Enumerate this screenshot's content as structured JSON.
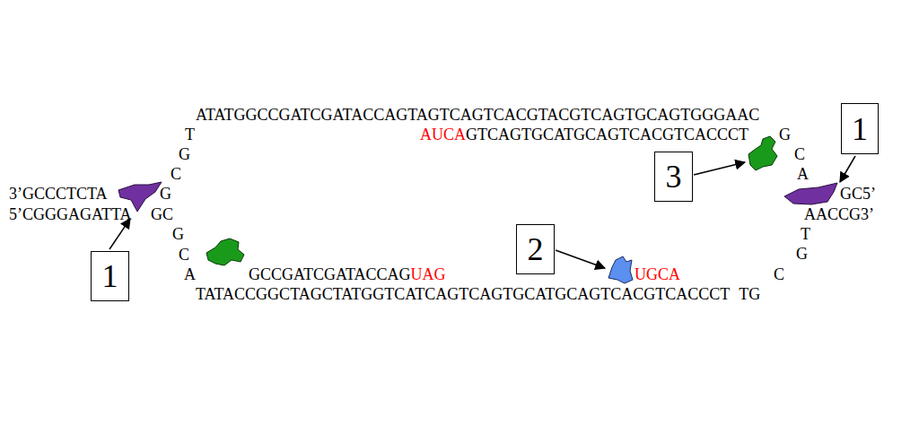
{
  "diagram": {
    "nodes": [
      {
        "text": [
          "1"
        ]
      },
      {
        "text": [
          "3"
        ]
      },
      {
        "text": [
          "2"
        ]
      },
      {
        "text": [
          "1"
        ]
      }
    ],
    "labels": [
      "ATATGGCCGATCGATACCAGTAGTCAGTCACGTACGTCAGTGCAGTGGGAAC",
      "T",
      "AUCA",
      "GTCAGTGCATGCAGTCACGTCACCCT",
      "G",
      "G",
      "C",
      "C",
      "A",
      "3’GCCCTCTA",
      "G",
      "GC5’",
      "5’CGGGAGATTA",
      "GC",
      "AACCG3’",
      "G",
      "T",
      "C",
      "G",
      "A",
      "GCCGATCGATACCAG",
      "UAG",
      "UGCA",
      "C",
      "TATACCGGCTAGCTATGGTCATCAGTCAGTGCATGCAGTCACGTCACCCT",
      "TG"
    ]
  }
}
